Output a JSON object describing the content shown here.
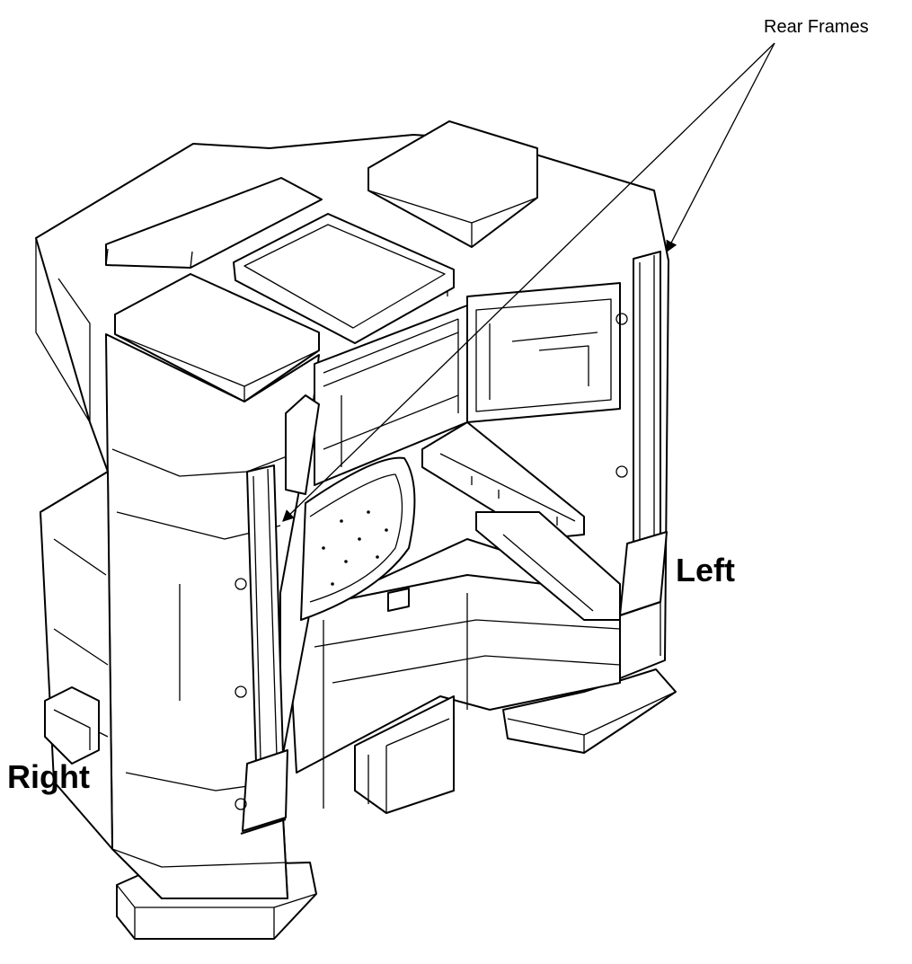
{
  "labels": {
    "rear_frames": "Rear Frames",
    "left": "Left",
    "right": "Right"
  },
  "colors": {
    "line": "#000000",
    "background": "#ffffff"
  }
}
